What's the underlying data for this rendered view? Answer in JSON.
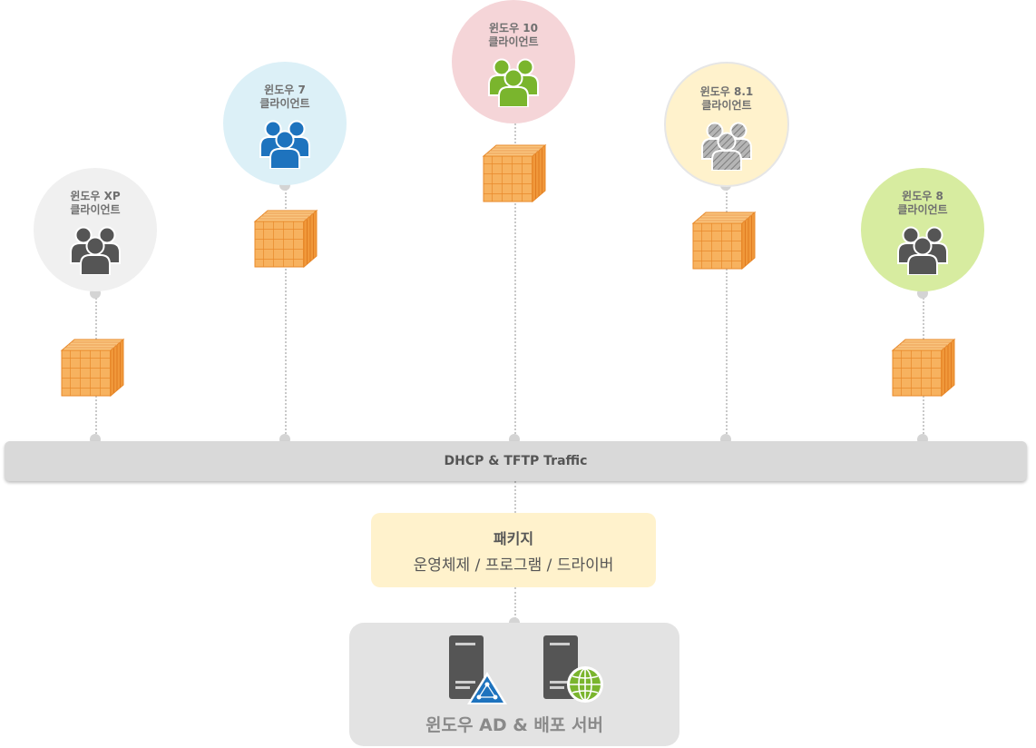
{
  "clients": [
    {
      "id": "xp",
      "line1": "윈도우 XP",
      "line2": "클라이언트",
      "bg": "#f0f0f0",
      "icon_color": "#555555",
      "icon_style": "solid"
    },
    {
      "id": "win7",
      "line1": "윈도우 7",
      "line2": "클라이언트",
      "bg": "#dcf0f7",
      "icon_color": "#1e73be",
      "icon_style": "solid"
    },
    {
      "id": "win10",
      "line1": "윈도우 10",
      "line2": "클라이언트",
      "bg": "#f5d5d8",
      "icon_color": "#7ab52d",
      "icon_style": "solid"
    },
    {
      "id": "win81",
      "line1": "윈도우 8.1",
      "line2": "클라이언트",
      "bg": "#fff2cc",
      "icon_color": "#9a9a9a",
      "icon_style": "hatched"
    },
    {
      "id": "win8",
      "line1": "윈도우 8",
      "line2": "클라이언트",
      "bg": "#d7eca0",
      "icon_color": "#555555",
      "icon_style": "solid"
    }
  ],
  "network_bar": {
    "label": "DHCP & TFTP Traffic"
  },
  "package": {
    "title": "패키지",
    "subtitle": "운영체제 / 프로그램 / 드라이버"
  },
  "server": {
    "label": "윈도우 AD & 배포 서버",
    "icons": [
      "server-ad-icon",
      "server-globe-icon"
    ]
  },
  "colors": {
    "cube": "#f5a544",
    "line": "#c9c9c9",
    "bar": "#d9d9d9"
  }
}
